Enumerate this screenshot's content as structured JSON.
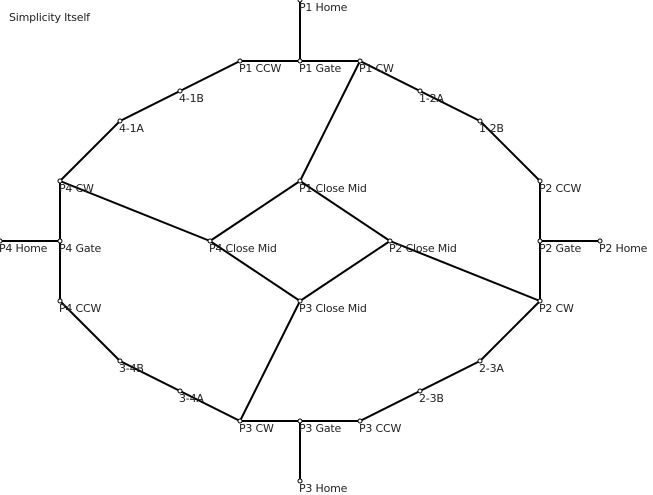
{
  "title": "Simplicity Itself",
  "colors": {
    "line": "#000000",
    "text": "#222222",
    "background": "#ffffff"
  },
  "nodes": [
    {
      "id": "p1-home",
      "label": "P1 Home"
    },
    {
      "id": "p1-gate",
      "label": "P1 Gate"
    },
    {
      "id": "p1-ccw",
      "label": "P1 CCW"
    },
    {
      "id": "p1-cw",
      "label": "P1 CW"
    },
    {
      "id": "4-1b",
      "label": "4-1B"
    },
    {
      "id": "4-1a",
      "label": "4-1A"
    },
    {
      "id": "1-2a",
      "label": "1-2A"
    },
    {
      "id": "1-2b",
      "label": "1-2B"
    },
    {
      "id": "p4-cw",
      "label": "P4 CW"
    },
    {
      "id": "p1-close-mid",
      "label": "P1 Close Mid"
    },
    {
      "id": "p2-ccw",
      "label": "P2 CCW"
    },
    {
      "id": "p4-home",
      "label": "P4 Home"
    },
    {
      "id": "p4-gate",
      "label": "P4 Gate"
    },
    {
      "id": "p4-close-mid",
      "label": "P4 Close Mid"
    },
    {
      "id": "p2-close-mid",
      "label": "P2 Close Mid"
    },
    {
      "id": "p2-gate",
      "label": "P2 Gate"
    },
    {
      "id": "p2-home",
      "label": "P2 Home"
    },
    {
      "id": "p4-ccw",
      "label": "P4 CCW"
    },
    {
      "id": "p3-close-mid",
      "label": "P3 Close Mid"
    },
    {
      "id": "p2-cw",
      "label": "P2 CW"
    },
    {
      "id": "3-4b",
      "label": "3-4B"
    },
    {
      "id": "2-3a",
      "label": "2-3A"
    },
    {
      "id": "3-4a",
      "label": "3-4A"
    },
    {
      "id": "2-3b",
      "label": "2-3B"
    },
    {
      "id": "p3-cw",
      "label": "P3 CW"
    },
    {
      "id": "p3-gate",
      "label": "P3 Gate"
    },
    {
      "id": "p3-ccw",
      "label": "P3 CCW"
    },
    {
      "id": "p3-home",
      "label": "P3 Home"
    }
  ],
  "edges": [
    [
      "p1-home",
      "p1-gate"
    ],
    [
      "p1-ccw",
      "p1-gate"
    ],
    [
      "p1-gate",
      "p1-cw"
    ],
    [
      "p1-ccw",
      "4-1b"
    ],
    [
      "4-1b",
      "4-1a"
    ],
    [
      "4-1a",
      "p4-cw"
    ],
    [
      "p1-cw",
      "1-2a"
    ],
    [
      "1-2a",
      "1-2b"
    ],
    [
      "1-2b",
      "p2-ccw"
    ],
    [
      "p2-ccw",
      "p2-gate"
    ],
    [
      "p2-gate",
      "p2-home"
    ],
    [
      "p2-gate",
      "p2-cw"
    ],
    [
      "p2-cw",
      "2-3a"
    ],
    [
      "2-3a",
      "2-3b"
    ],
    [
      "2-3b",
      "p3-ccw"
    ],
    [
      "p3-ccw",
      "p3-gate"
    ],
    [
      "p3-gate",
      "p3-home"
    ],
    [
      "p3-gate",
      "p3-cw"
    ],
    [
      "p3-cw",
      "3-4a"
    ],
    [
      "3-4a",
      "3-4b"
    ],
    [
      "3-4b",
      "p4-ccw"
    ],
    [
      "p4-ccw",
      "p4-gate"
    ],
    [
      "p4-gate",
      "p4-home"
    ],
    [
      "p4-gate",
      "p4-cw"
    ],
    [
      "p1-cw",
      "p1-close-mid"
    ],
    [
      "p1-close-mid",
      "p2-close-mid"
    ],
    [
      "p1-close-mid",
      "p4-close-mid"
    ],
    [
      "p2-close-mid",
      "p2-cw"
    ],
    [
      "p2-close-mid",
      "p3-close-mid"
    ],
    [
      "p3-close-mid",
      "p3-cw"
    ],
    [
      "p3-close-mid",
      "p4-close-mid"
    ],
    [
      "p4-close-mid",
      "p4-cw"
    ]
  ]
}
